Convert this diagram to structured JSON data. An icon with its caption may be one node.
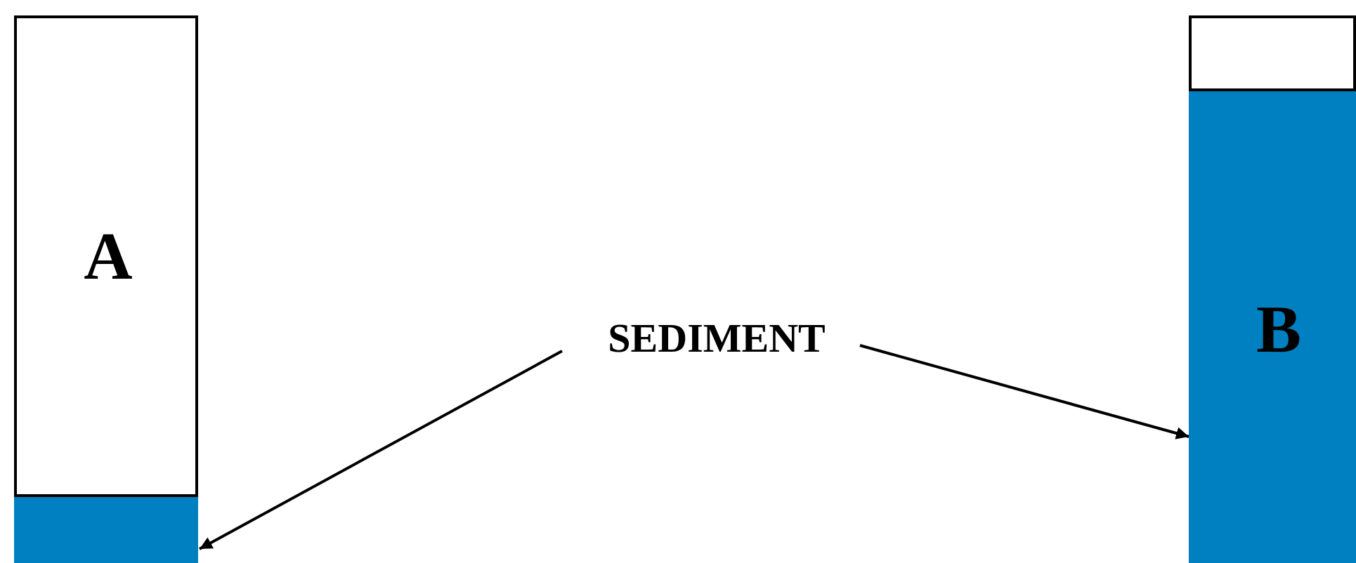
{
  "diagram": {
    "nodes": [
      {
        "text": [
          "A"
        ]
      },
      {
        "text": [],
        "shape": "bar",
        "in": 0
      },
      {
        "text": [
          "SEDIMENT"
        ]
      },
      {
        "text": [],
        "shape": "box"
      },
      {
        "text": [
          "B"
        ],
        "in": 3
      }
    ],
    "edges": [
      {
        "from": 2,
        "to": 1,
        "arrow": "to"
      },
      {
        "from": 2,
        "to": 4,
        "arrow": "to"
      }
    ]
  }
}
